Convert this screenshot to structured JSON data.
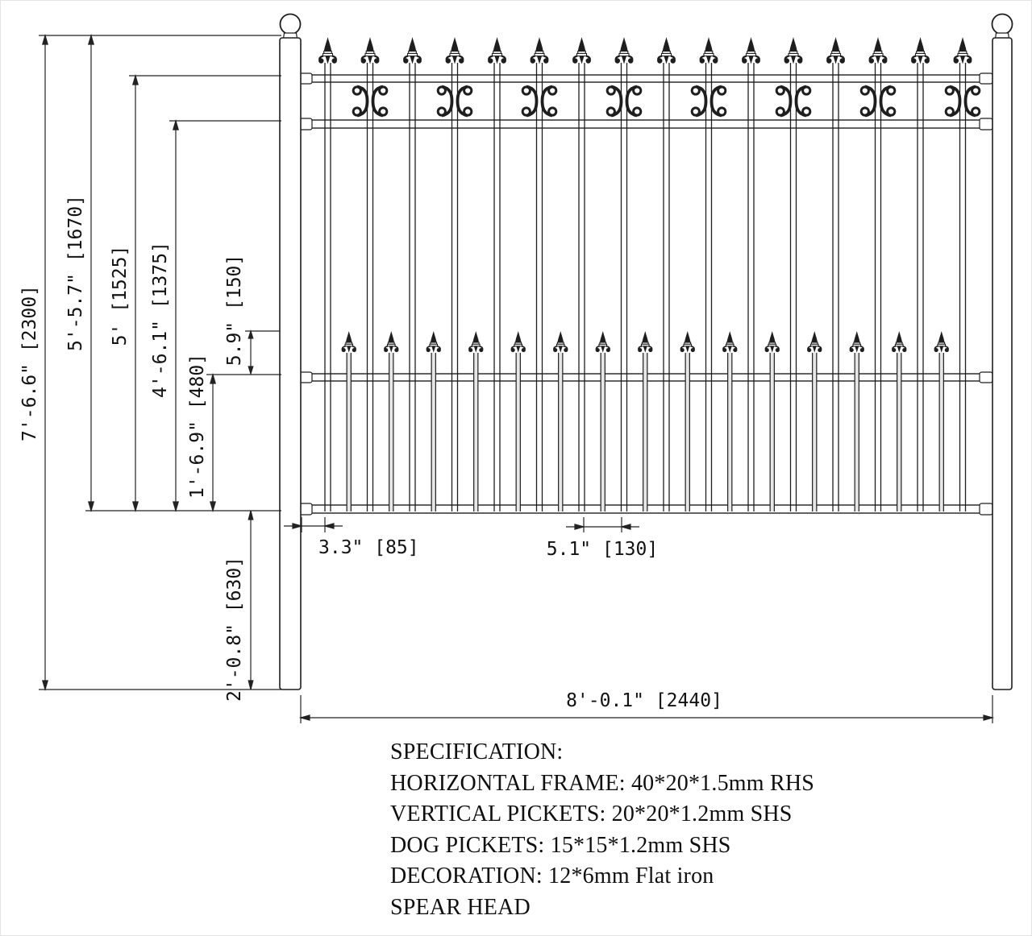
{
  "drawing": {
    "dimensions": {
      "vertical": [
        {
          "name": "post-height",
          "label": "7'-6.6\" [2300]"
        },
        {
          "name": "top-to-panel-bottom",
          "label": "5'-5.7\" [1670]"
        },
        {
          "name": "panel-height",
          "label": "5' [1525]"
        },
        {
          "name": "second-rail-to-bottom",
          "label": "4'-6.1\" [1375]"
        },
        {
          "name": "middle-rail-to-bottom",
          "label": "1'-6.9\" [480]"
        },
        {
          "name": "dog-spear-height",
          "label": "5.9\" [150]"
        },
        {
          "name": "ground-clearance",
          "label": "2'-0.8\" [630]"
        }
      ],
      "horizontal": [
        {
          "name": "post-to-picket-gap",
          "label": "3.3\" [85]"
        },
        {
          "name": "picket-spacing",
          "label": "5.1\" [130]"
        },
        {
          "name": "panel-width",
          "label": "8'-0.1\" [2440]"
        }
      ]
    },
    "specification": {
      "heading": "SPECIFICATION:",
      "lines": [
        "HORIZONTAL FRAME: 40*20*1.5mm RHS",
        "VERTICAL PICKETS: 20*20*1.2mm SHS",
        "DOG PICKETS: 15*15*1.2mm SHS",
        "DECORATION: 12*6mm Flat iron",
        "SPEAR HEAD"
      ]
    },
    "fence": {
      "picket_count": 16,
      "dog_picket_count": 15,
      "scroll_pair_count": 8,
      "rail_count": 4,
      "post_count": 2,
      "post_finial": "ball",
      "picket_top": "spear-head",
      "decoration": "c-scroll"
    },
    "colors": {
      "line": "#1e1e1e",
      "background": "#ffffff",
      "dog_shaft_fill": "#e7e7e7"
    }
  }
}
